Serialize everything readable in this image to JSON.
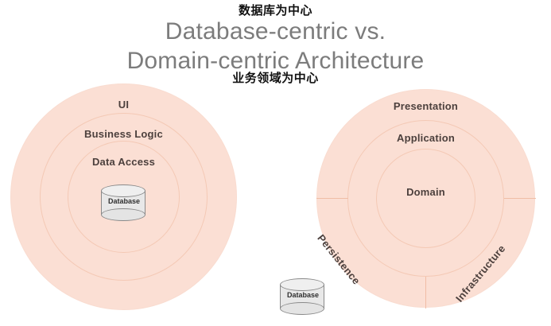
{
  "header": {
    "cn_top": "数据库为中心",
    "cn_bottom": "业务领域为中心",
    "title_line1": "Database-centric vs.",
    "title_line2": "Domain-centric Architecture"
  },
  "diagrams": {
    "left": {
      "name": "database-centric",
      "rings": [
        {
          "id": "ui",
          "label": "UI"
        },
        {
          "id": "business-logic",
          "label": "Business Logic"
        },
        {
          "id": "data-access",
          "label": "Data Access"
        }
      ],
      "database": {
        "label": "Database"
      }
    },
    "right": {
      "name": "domain-centric",
      "rings": [
        {
          "id": "presentation",
          "label": "Presentation"
        },
        {
          "id": "application",
          "label": "Application"
        },
        {
          "id": "domain",
          "label": "Domain"
        }
      ],
      "sectors": [
        {
          "id": "persistence",
          "label": "Persistence"
        },
        {
          "id": "infrastructure",
          "label": "Infrastructure"
        }
      ],
      "database": {
        "label": "Database"
      }
    }
  },
  "colors": {
    "ring_fill": "#fbdfd4",
    "ring_border": "#f4c9b5",
    "label_text": "#4c403d",
    "title_text": "#7c7c7c",
    "annotation_text": "#111111",
    "cylinder_fill": "#e8e8e8",
    "cylinder_stroke": "#8a8a8a"
  }
}
